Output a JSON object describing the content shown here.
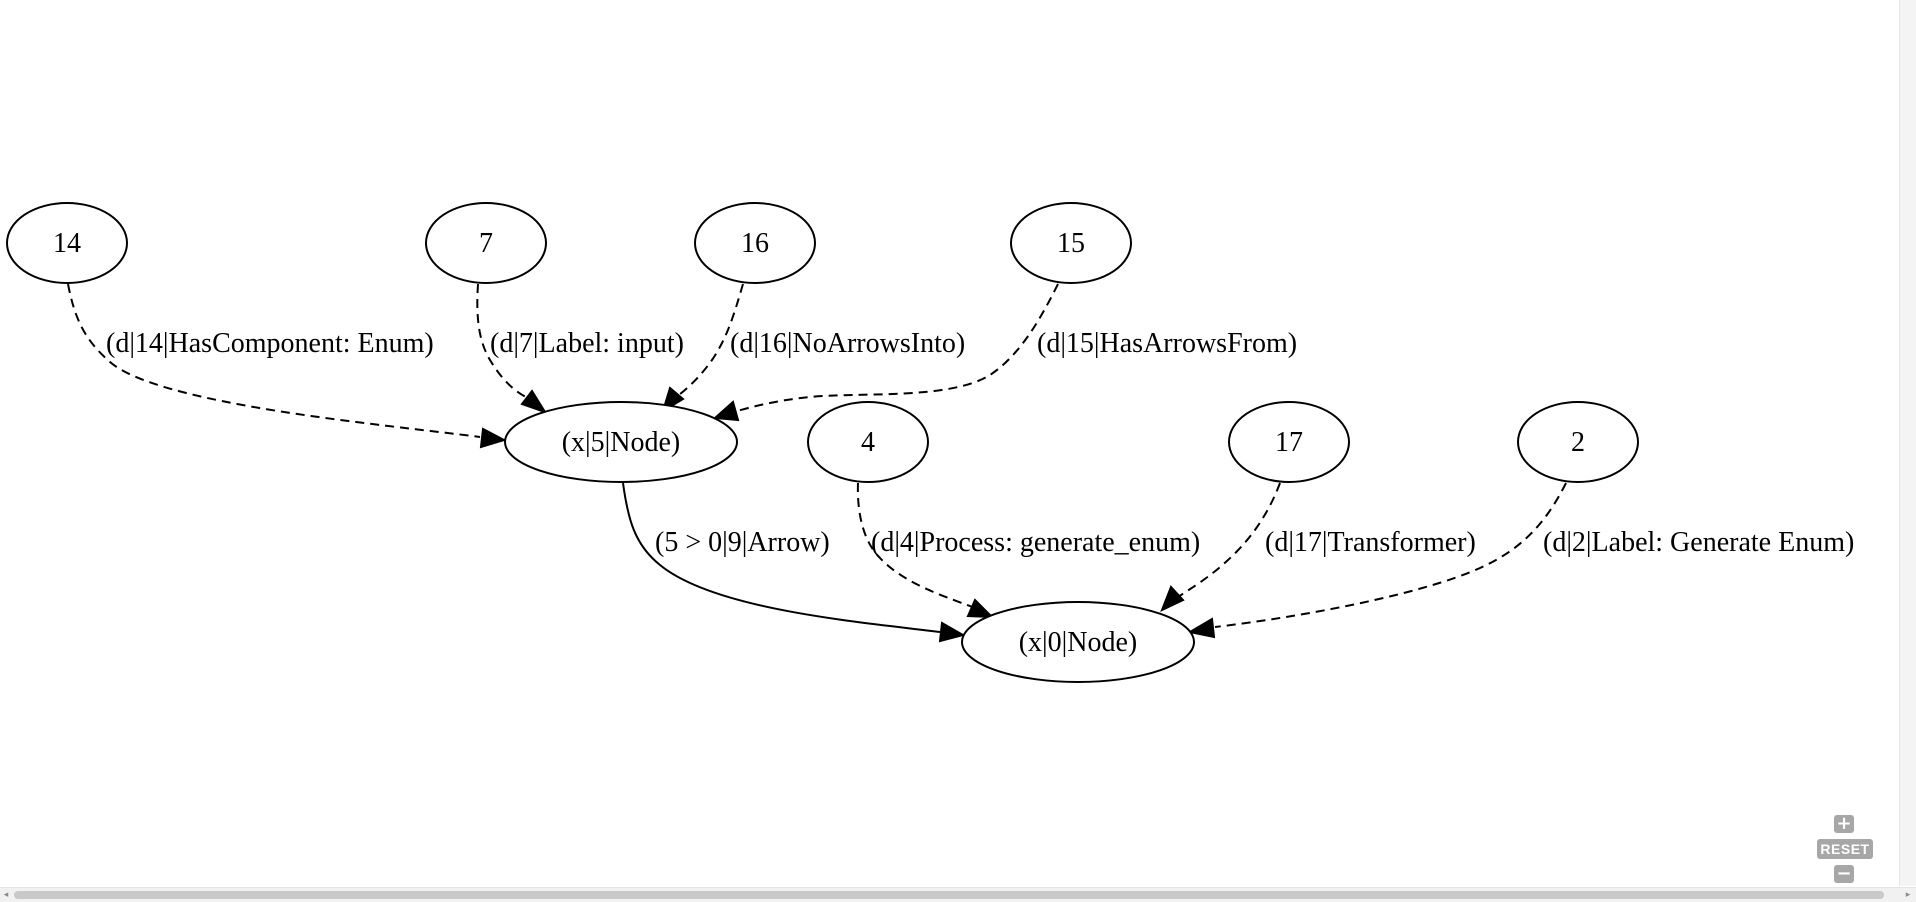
{
  "graph": {
    "nodes": [
      {
        "id": "n14",
        "label": "14"
      },
      {
        "id": "n7",
        "label": "7"
      },
      {
        "id": "n16",
        "label": "16"
      },
      {
        "id": "n15",
        "label": "15"
      },
      {
        "id": "x5",
        "label": "(x|5|Node)"
      },
      {
        "id": "n4",
        "label": "4"
      },
      {
        "id": "n17",
        "label": "17"
      },
      {
        "id": "n2",
        "label": "2"
      },
      {
        "id": "x0",
        "label": "(x|0|Node)"
      }
    ],
    "edges": [
      {
        "id": "e14",
        "from": "14",
        "to": "(x|5|Node)",
        "style": "dashed",
        "label": "(d|14|HasComponent: Enum)"
      },
      {
        "id": "e7",
        "from": "7",
        "to": "(x|5|Node)",
        "style": "dashed",
        "label": "(d|7|Label: input)"
      },
      {
        "id": "e16",
        "from": "16",
        "to": "(x|5|Node)",
        "style": "dashed",
        "label": "(d|16|NoArrowsInto)"
      },
      {
        "id": "e15",
        "from": "15",
        "to": "(x|5|Node)",
        "style": "dashed",
        "label": "(d|15|HasArrowsFrom)"
      },
      {
        "id": "e5",
        "from": "(x|5|Node)",
        "to": "(x|0|Node)",
        "style": "solid",
        "label": "(5 > 0|9|Arrow)"
      },
      {
        "id": "e4",
        "from": "4",
        "to": "(x|0|Node)",
        "style": "dashed",
        "label": "(d|4|Process: generate_enum)"
      },
      {
        "id": "e17",
        "from": "17",
        "to": "(x|0|Node)",
        "style": "dashed",
        "label": "(d|17|Transformer)"
      },
      {
        "id": "e2",
        "from": "2",
        "to": "(x|0|Node)",
        "style": "dashed",
        "label": "(d|2|Label: Generate Enum)"
      }
    ]
  },
  "controls": {
    "zoom_in": "+",
    "reset": "RESET",
    "zoom_out": "−"
  },
  "scrollbar": {
    "left_arrow": "◂",
    "right_arrow": "▸"
  }
}
